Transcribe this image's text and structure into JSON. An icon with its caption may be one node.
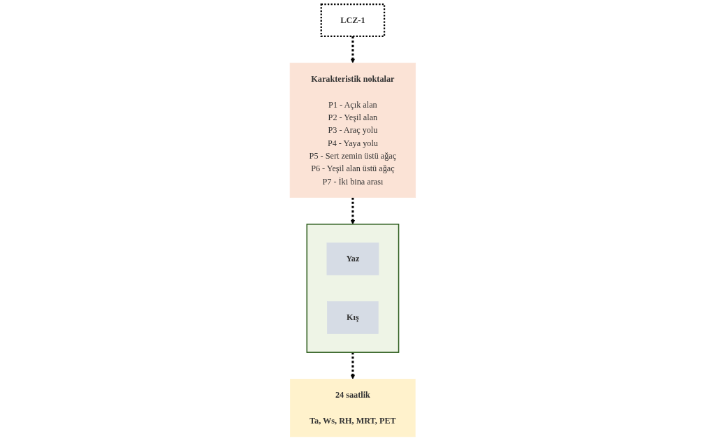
{
  "diagram": {
    "nodes": [
      {
        "text": [
          "LCZ-1"
        ]
      },
      {
        "text": [
          "Karakteristik noktalar",
          "P1 - Açık alan",
          "P2 - Yeşil alan",
          "P3 - Araç yolu",
          "P4 - Yaya yolu",
          "P5 - Sert zemin üstü ağaç",
          "P6 - Yeşil alan üstü ağaç",
          "P7 - İki bina arası"
        ]
      },
      {
        "text": [],
        "shape": "box"
      },
      {
        "text": [
          "Yaz"
        ],
        "in": 2
      },
      {
        "text": [
          "Kış"
        ],
        "in": 2
      },
      {
        "text": [
          "24 saatlik",
          "Ta, Ws, RH, MRT, PET"
        ]
      }
    ],
    "edges": [
      {
        "from": 0,
        "to": 1,
        "arrow": "to",
        "style": "dashed"
      },
      {
        "from": 1,
        "to": 2,
        "arrow": "to",
        "style": "dashed"
      },
      {
        "from": 2,
        "to": 5,
        "arrow": "to",
        "style": "dashed"
      }
    ]
  }
}
